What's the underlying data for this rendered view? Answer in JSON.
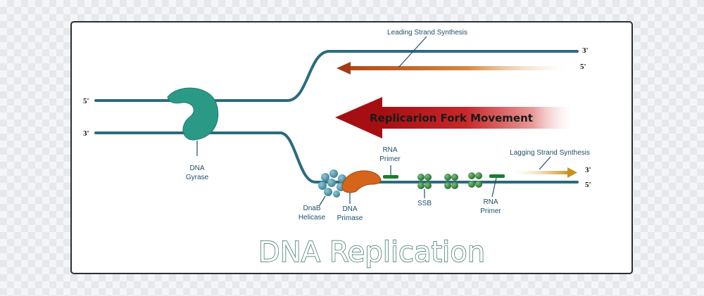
{
  "title": "DNA Replication",
  "labels": {
    "leading_strand": "Leading Strand Synthesis",
    "lagging_strand": "Lagging Strand Synthesis",
    "fork_movement": "Replicarion Fork Movement",
    "dna_gyrase": [
      "DNA",
      "Gyrase"
    ],
    "dnab_helicase": [
      "DnaB",
      "Helicase"
    ],
    "dna_primase": [
      "DNA",
      "Primase"
    ],
    "rna_primer_top": [
      "RNA",
      "Primer"
    ],
    "ssb": "SSB",
    "rna_primer_bottom": [
      "RNA",
      "Primer"
    ]
  },
  "strand_ends": {
    "left_top": "5'",
    "left_bottom": "3'",
    "right_top_upper": "3'",
    "right_top_lower": "5'",
    "right_bottom_upper": "3'",
    "right_bottom_lower": "5'"
  },
  "colors": {
    "strand": "#2b6b7e",
    "gyrase": "#2a9a86",
    "helicase": "#4a8fa4",
    "primase": "#d5651a",
    "ssb": "#2f7a3a",
    "primer": "#1f7a2c",
    "fork_arrow": "#b31717",
    "leading_arrow": "#c0541b",
    "lagging_arrow": "#c79b28"
  }
}
